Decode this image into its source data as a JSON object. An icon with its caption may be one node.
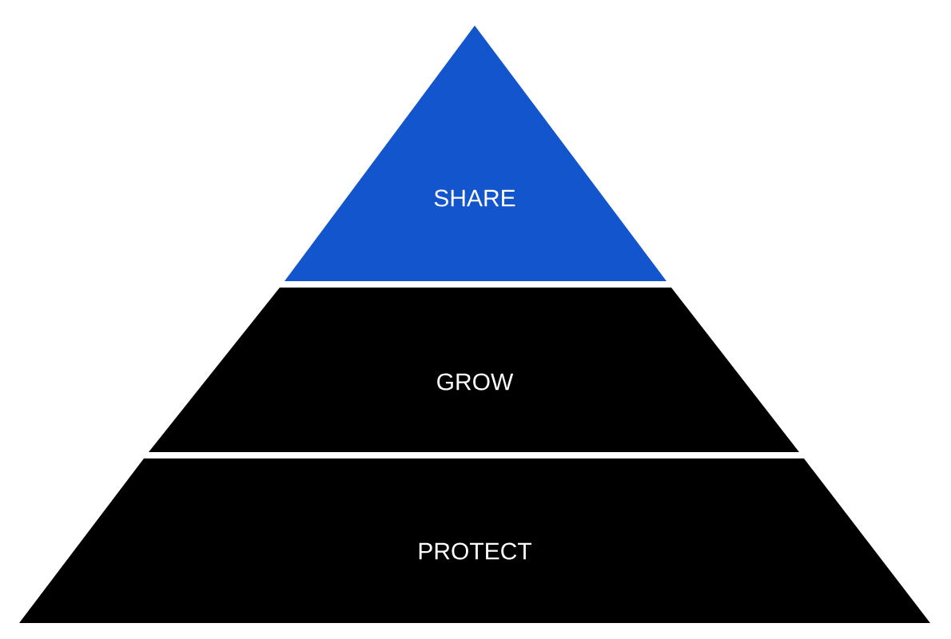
{
  "diagram": {
    "nodes": [
      {
        "text": [
          "SHARE"
        ]
      },
      {
        "text": [
          "GROW"
        ]
      },
      {
        "text": [
          "PROTECT"
        ]
      }
    ]
  }
}
